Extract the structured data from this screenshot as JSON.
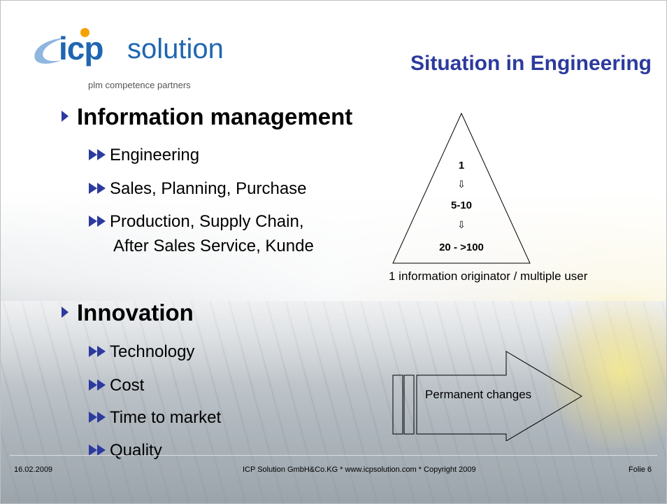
{
  "logo": {
    "brand_bold": "icp",
    "brand_light": "solution",
    "tagline": "plm competence partners",
    "colors": {
      "brand": "#1f66b1",
      "dot": "#f5a200"
    }
  },
  "title": "Situation in Engineering",
  "sections": [
    {
      "heading": "Information management",
      "items": [
        "Engineering",
        "Sales, Planning, Purchase",
        "Production, Supply Chain,"
      ],
      "continuation": "After Sales Service, Kunde"
    },
    {
      "heading": "Innovation",
      "items": [
        "Technology",
        "Cost",
        "Time to market",
        "Quality"
      ]
    }
  ],
  "pyramid": {
    "levels": [
      "1",
      "5-10",
      "20 - >100"
    ],
    "arrow_glyph": "⇩",
    "caption": "1 information originator / multiple user"
  },
  "change_arrow": {
    "label": "Permanent changes"
  },
  "footer": {
    "date": "16.02.2009",
    "center": "ICP Solution GmbH&Co.KG  *  www.icpsolution.com  *   Copyright 2009",
    "page": "Folie 6"
  },
  "colors": {
    "title": "#2c3a9e",
    "bullet": "#2c3a9e"
  }
}
